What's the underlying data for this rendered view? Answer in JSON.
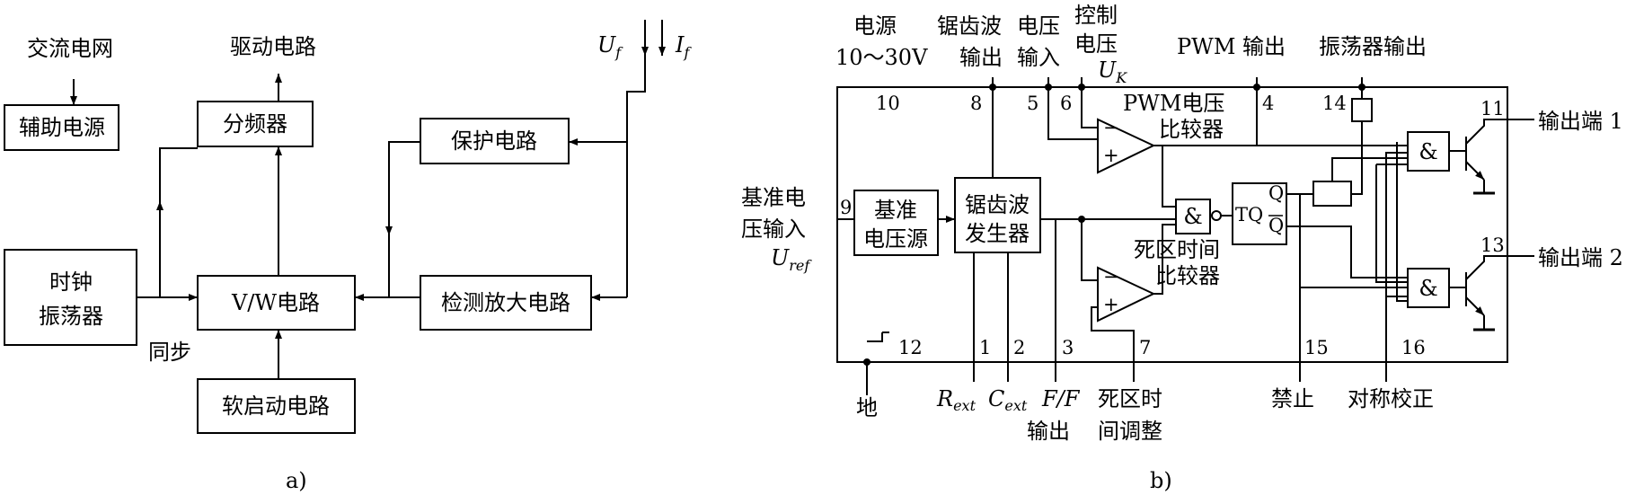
{
  "panel_a": {
    "caption": "a)",
    "input_ac": "交流电网",
    "output_drive": "驱动电路",
    "uf": "U",
    "uf_sub": "f",
    "if": "I",
    "if_sub": "f",
    "sync": "同步",
    "blocks": {
      "aux_power": "辅助电源",
      "divider": "分频器",
      "protect": "保护电路",
      "clock_l1": "时钟",
      "clock_l2": "振荡器",
      "vw": "V/W电路",
      "detect_amp": "检测放大电路",
      "soft_start": "软启动电路"
    }
  },
  "panel_b": {
    "caption": "b)",
    "top_labels": {
      "power_l1": "电源",
      "power_l2": "10～30V",
      "saw_out_l1": "锯齿波",
      "saw_out_l2": "输出",
      "volt_in_l1": "电压",
      "volt_in_l2": "输入",
      "ctrl_l1": "控制",
      "ctrl_l2": "电压",
      "uk": "U",
      "uk_sub": "K",
      "pwm_out": "PWM 输出",
      "osc_out": "振荡器输出"
    },
    "left_labels": {
      "ref_l1": "基准电",
      "ref_l2": "压输入",
      "uref": "U",
      "uref_sub": "ref"
    },
    "right_labels": {
      "out1": "输出端 1",
      "out2": "输出端 2"
    },
    "bottom_labels": {
      "ground": "地",
      "rext": "R",
      "rext_sub": "ext",
      "cext": "C",
      "cext_sub": "ext",
      "ff": "F/F",
      "ff_out": "输出",
      "dead_adj_l1": "死区时",
      "dead_adj_l2": "间调整",
      "inhibit": "禁止",
      "sym_corr": "对称校正"
    },
    "pins": {
      "p10": "10",
      "p8": "8",
      "p5": "5",
      "p6": "6",
      "p4": "4",
      "p14": "14",
      "p11": "11",
      "p9": "9",
      "p13": "13",
      "p12": "12",
      "p1": "1",
      "p2": "2",
      "p3": "3",
      "p7": "7",
      "p15": "15",
      "p16": "16"
    },
    "blocks": {
      "ref_src_l1": "基准",
      "ref_src_l2": "电压源",
      "saw_gen_l1": "锯齿波",
      "saw_gen_l2": "发生器",
      "pwm_cmp_l1": "PWM电压",
      "pwm_cmp_l2": "比较器",
      "dead_cmp_l1": "死区时间",
      "dead_cmp_l2": "比较器",
      "and": "&",
      "ff_tq": "TQ",
      "ff_q": "Q",
      "ff_qbar": "Q",
      "minus": "−",
      "plus": "+"
    }
  }
}
